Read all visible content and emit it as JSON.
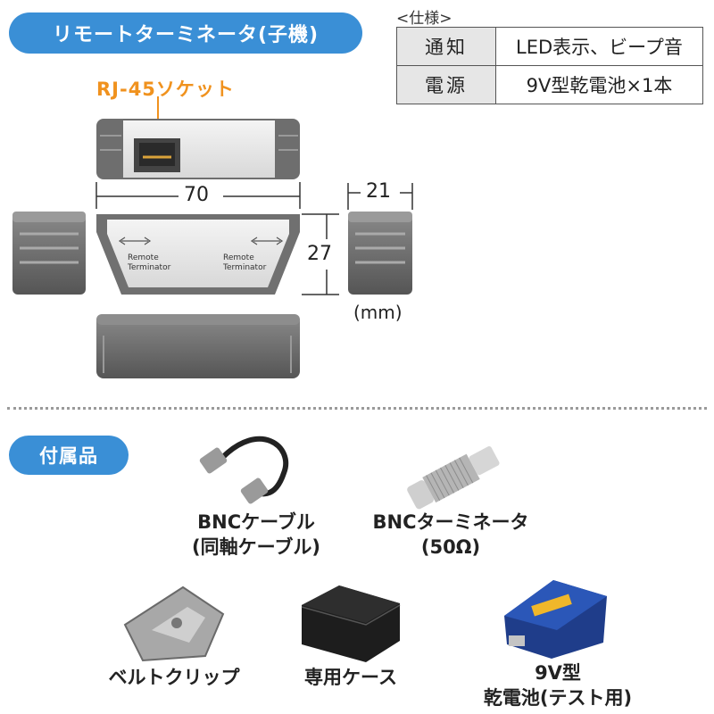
{
  "header": {
    "title": "リモートターミネータ(子機)"
  },
  "spec": {
    "caption": "<仕様>",
    "rows": [
      {
        "key": "通知",
        "value": "LED表示、ビープ音"
      },
      {
        "key": "電源",
        "value": "9V型乾電池×1本"
      }
    ]
  },
  "device": {
    "socket_label": "RJ-45ソケット",
    "face_text_left": [
      "Remote",
      "Terminator"
    ],
    "face_text_right": [
      "Remote",
      "Terminator"
    ],
    "width": "70",
    "depth": "21",
    "height": "27",
    "unit": "(mm)"
  },
  "accessories": {
    "title": "付属品",
    "items": [
      {
        "name": "bnc-cable",
        "line1": "BNCケーブル",
        "line2": "(同軸ケーブル)"
      },
      {
        "name": "bnc-terminator",
        "line1": "BNCターミネータ",
        "line2": "(50Ω)"
      },
      {
        "name": "belt-clip",
        "line1": "ベルトクリップ",
        "line2": ""
      },
      {
        "name": "case",
        "line1": "専用ケース",
        "line2": ""
      },
      {
        "name": "battery",
        "line1": "9V型",
        "line2": "乾電池(テスト用)"
      }
    ]
  },
  "colors": {
    "accent": "#3a8fd6",
    "orange": "#f0921e",
    "device_gray": "#6b6b6b",
    "device_light": "#e9e9e9"
  }
}
